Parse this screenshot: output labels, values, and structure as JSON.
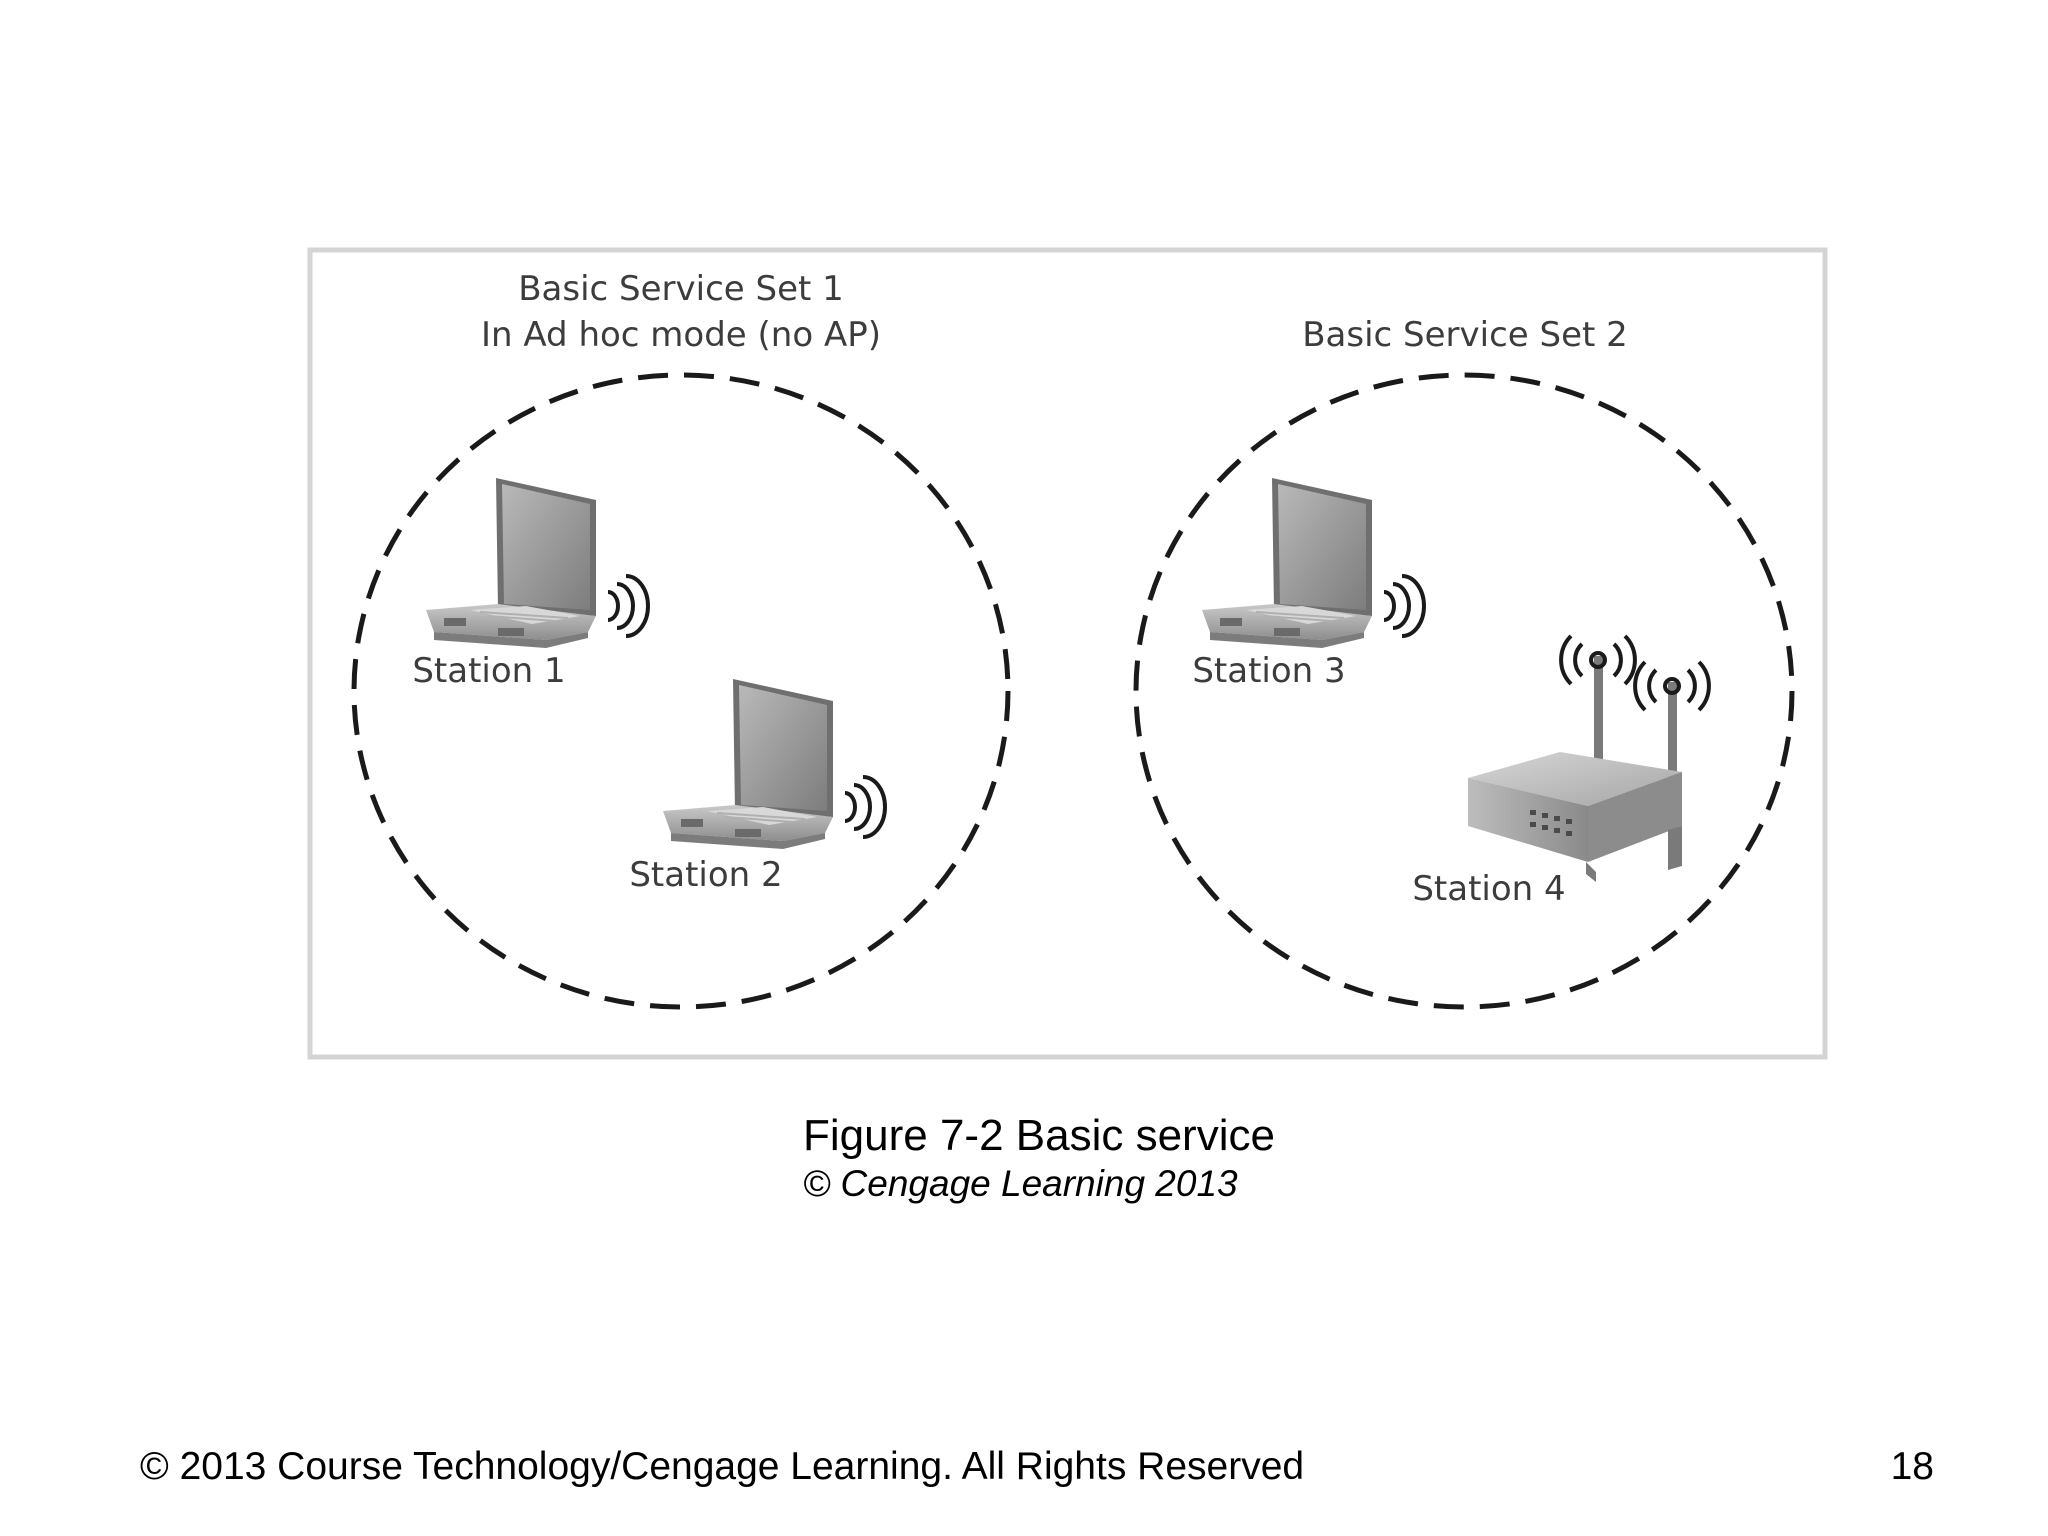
{
  "figure": {
    "bss1": {
      "title_line1": "Basic Service Set 1",
      "title_line2": "In Ad hoc mode (no AP)"
    },
    "bss2": {
      "title": "Basic Service Set 2"
    },
    "stations": [
      {
        "label": "Station 1",
        "device": "laptop-icon"
      },
      {
        "label": "Station 2",
        "device": "laptop-icon"
      },
      {
        "label": "Station 3",
        "device": "laptop-icon"
      },
      {
        "label": "Station 4",
        "device": "wireless-router-icon"
      }
    ],
    "colors": {
      "frame": "#d4d4d4",
      "dash": "#1a1a1a",
      "device": "#9a9a9a",
      "label": "#3c3c3c"
    }
  },
  "caption": {
    "title": "Figure 7-2 Basic service",
    "credit": "© Cengage Learning 2013"
  },
  "footer": {
    "copyright": "© 2013 Course Technology/Cengage Learning. All Rights Reserved",
    "page_number": "18"
  }
}
